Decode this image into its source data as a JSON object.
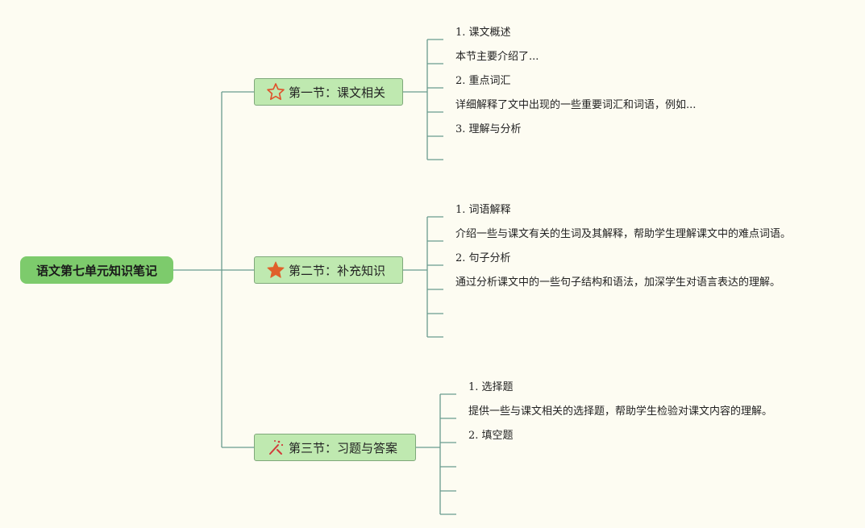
{
  "root": {
    "label": "语文第七单元知识笔记"
  },
  "sections": [
    {
      "label": "第一节：课文相关",
      "icon": "star-outline-icon",
      "items": [
        "1. 课文概述",
        "本节主要介绍了...",
        "2. 重点词汇",
        "详细解释了文中出现的一些重要词汇和词语，例如...",
        "3. 理解与分析",
        ""
      ]
    },
    {
      "label": "第二节：补充知识",
      "icon": "star-filled-icon",
      "items": [
        "1. 词语解释",
        "介绍一些与课文有关的生词及其解释，帮助学生理解课文中的难点词语。",
        "2. 句子分析",
        "通过分析课文中的一些句子结构和语法，加深学生对语言表达的理解。",
        "",
        ""
      ]
    },
    {
      "label": "第三节：习题与答案",
      "icon": "magic-wand-icon",
      "items": [
        "1. 选择题",
        "提供一些与课文相关的选择题，帮助学生检验对课文内容的理解。",
        "2. 填空题",
        "",
        "",
        ""
      ]
    }
  ],
  "colors": {
    "background": "#fdfcf2",
    "root_fill": "#7dcb6c",
    "section_fill": "#bfe9b0",
    "section_border": "#7fa87a",
    "connector": "#6a9b8e",
    "star_outline": "#e0502a",
    "star_filled": "#e0602a"
  }
}
